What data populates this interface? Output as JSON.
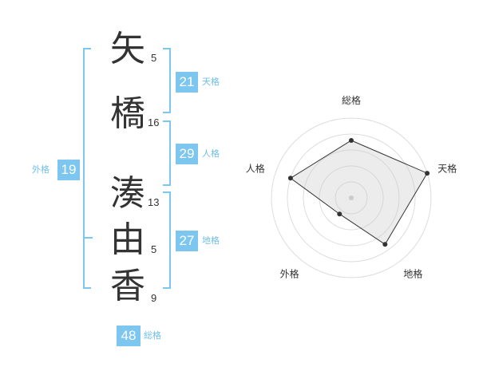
{
  "name": {
    "characters": [
      {
        "char": "矢",
        "strokes": "5"
      },
      {
        "char": "橋",
        "strokes": "16"
      },
      {
        "char": "湊",
        "strokes": "13"
      },
      {
        "char": "由",
        "strokes": "5"
      },
      {
        "char": "香",
        "strokes": "9"
      }
    ]
  },
  "fortune": {
    "tenkaku": {
      "value": "21",
      "label": "天格"
    },
    "jinkaku": {
      "value": "29",
      "label": "人格"
    },
    "chikaku": {
      "value": "27",
      "label": "地格"
    },
    "gaikaku": {
      "value": "19",
      "label": "外格"
    },
    "soukaku": {
      "value": "48",
      "label": "総格"
    }
  },
  "colors": {
    "accent": "#7cc6f0",
    "text": "#333333"
  },
  "chart_data": {
    "type": "radar",
    "axes": [
      "総格",
      "天格",
      "地格",
      "外格",
      "人格"
    ],
    "values": [
      0.72,
      1.0,
      0.72,
      0.25,
      0.8
    ],
    "rings": 5
  }
}
